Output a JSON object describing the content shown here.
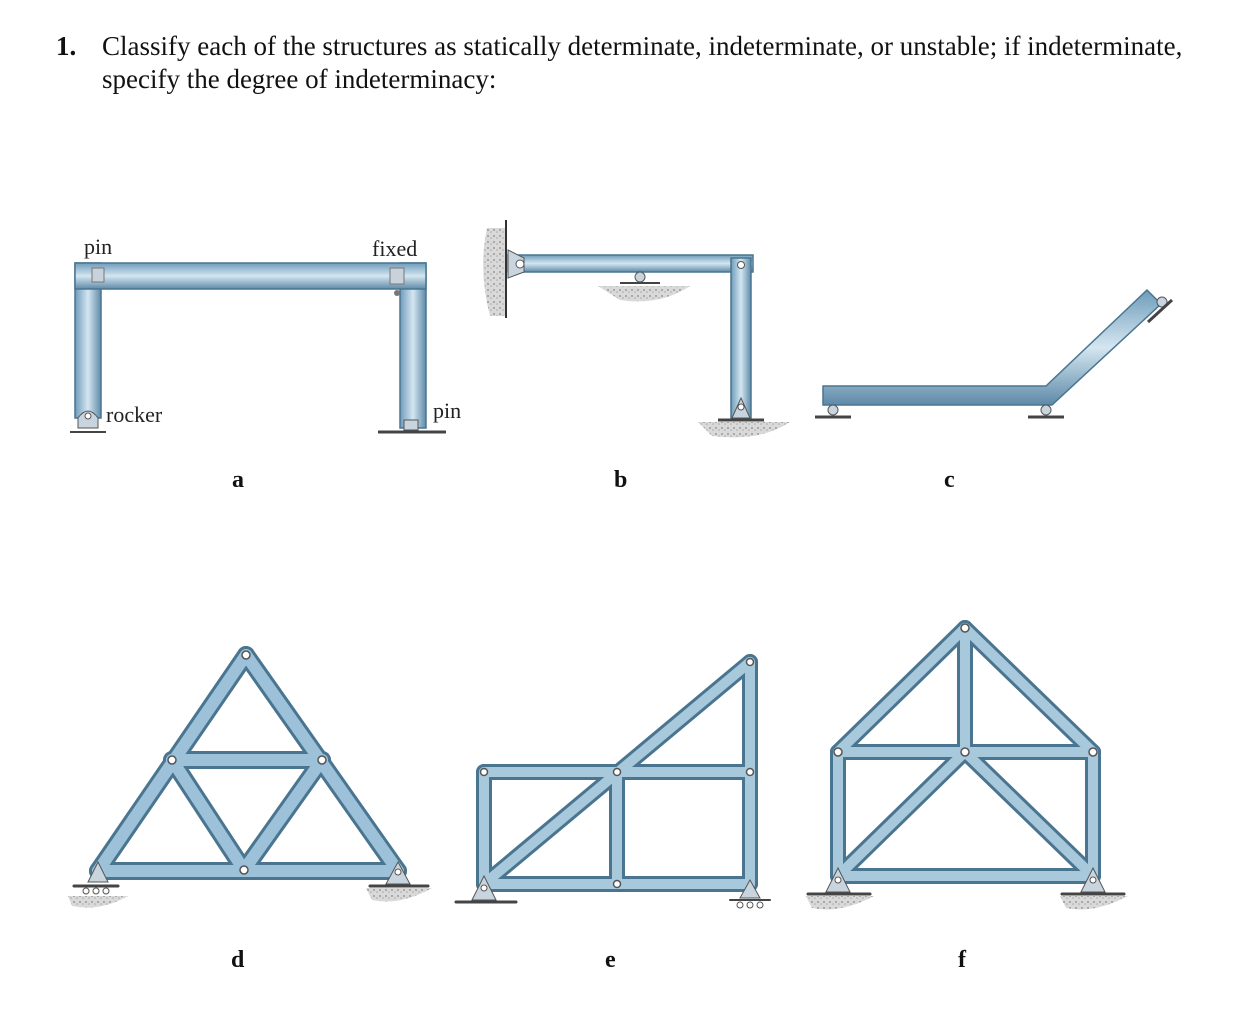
{
  "question": {
    "number": "1.",
    "text": "Classify each of the structures as statically determinate, indeterminate, or unstable; if indeterminate, specify the degree of indeterminacy:"
  },
  "figures": {
    "a": {
      "caption": "a",
      "labels": {
        "pin_top": "pin",
        "fixed": "fixed",
        "rocker": "rocker",
        "pin_bottom": "pin"
      }
    },
    "b": {
      "caption": "b"
    },
    "c": {
      "caption": "c"
    },
    "d": {
      "caption": "d"
    },
    "e": {
      "caption": "e"
    },
    "f": {
      "caption": "f"
    }
  },
  "colors": {
    "member_fill": "#8fb6cf",
    "member_edge": "#4a7590",
    "ground": "#b9b9b9",
    "support": "#c9d5de"
  }
}
